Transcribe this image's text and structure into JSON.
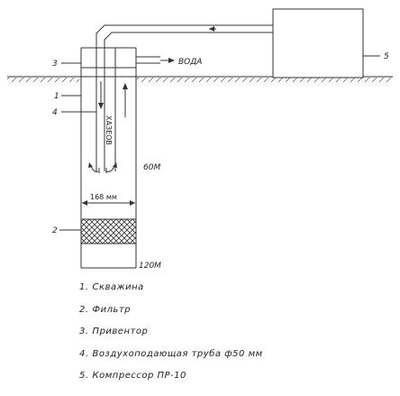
{
  "labels": {
    "water": "ВОДА",
    "depth_mid": "60М",
    "depth_bottom": "120М",
    "diameter": "168 мм",
    "pipe_text": "ХАЗЕОВ",
    "callout_1": "1",
    "callout_2": "2",
    "callout_3": "3",
    "callout_4": "4",
    "callout_5": "5"
  },
  "legend": [
    {
      "num": "1.",
      "text": "Скважина"
    },
    {
      "num": "2.",
      "text": "Фильтр"
    },
    {
      "num": "3.",
      "text": "Привентор"
    },
    {
      "num": "4.",
      "text": "Воздухоподающая труба ф50 мм"
    },
    {
      "num": "5.",
      "text": "Компрессор ПР-10"
    }
  ]
}
